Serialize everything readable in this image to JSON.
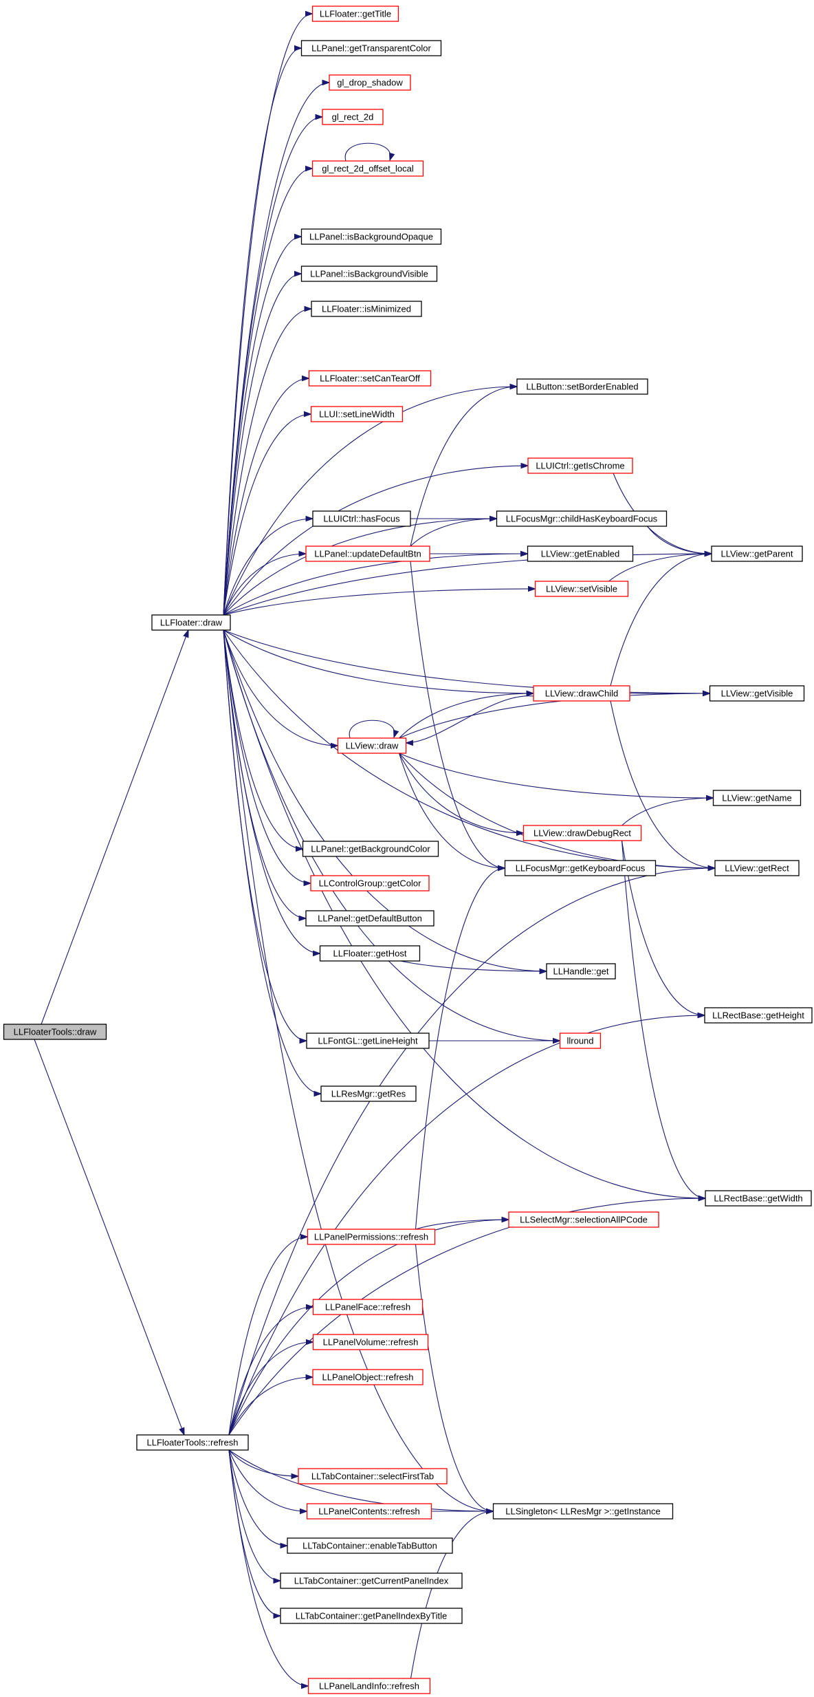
{
  "colors": {
    "edge": "#191970",
    "node_border": "#000000",
    "node_border_truncated": "#ff0000",
    "root_fill": "#bfbfbf",
    "background": "#ffffff"
  },
  "nodes": [
    {
      "id": "tools_draw",
      "label": "LLFloaterTools::draw",
      "style": "root"
    },
    {
      "id": "floater_draw",
      "label": "LLFloater::draw",
      "style": "black"
    },
    {
      "id": "tools_refresh",
      "label": "LLFloaterTools::refresh",
      "style": "black"
    },
    {
      "id": "getTitle",
      "label": "LLFloater::getTitle",
      "style": "red"
    },
    {
      "id": "getTransparentColor",
      "label": "LLPanel::getTransparentColor",
      "style": "black"
    },
    {
      "id": "gl_drop_shadow",
      "label": "gl_drop_shadow",
      "style": "red"
    },
    {
      "id": "gl_rect_2d",
      "label": "gl_rect_2d",
      "style": "red"
    },
    {
      "id": "gl_rect_2d_offset_local",
      "label": "gl_rect_2d_offset_local",
      "style": "red"
    },
    {
      "id": "isBackgroundOpaque",
      "label": "LLPanel::isBackgroundOpaque",
      "style": "black"
    },
    {
      "id": "isBackgroundVisible",
      "label": "LLPanel::isBackgroundVisible",
      "style": "black"
    },
    {
      "id": "isMinimized",
      "label": "LLFloater::isMinimized",
      "style": "black"
    },
    {
      "id": "setCanTearOff",
      "label": "LLFloater::setCanTearOff",
      "style": "red"
    },
    {
      "id": "setLineWidth",
      "label": "LLUI::setLineWidth",
      "style": "red"
    },
    {
      "id": "setBorderEnabled",
      "label": "LLButton::setBorderEnabled",
      "style": "black"
    },
    {
      "id": "getIsChrome",
      "label": "LLUICtrl::getIsChrome",
      "style": "red"
    },
    {
      "id": "hasFocus",
      "label": "LLUICtrl::hasFocus",
      "style": "black"
    },
    {
      "id": "childHasKeyboardFocus",
      "label": "LLFocusMgr::childHasKeyboardFocus",
      "style": "black"
    },
    {
      "id": "updateDefaultBtn",
      "label": "LLPanel::updateDefaultBtn",
      "style": "red"
    },
    {
      "id": "getEnabled",
      "label": "LLView::getEnabled",
      "style": "black"
    },
    {
      "id": "getParent",
      "label": "LLView::getParent",
      "style": "black"
    },
    {
      "id": "setVisible",
      "label": "LLView::setVisible",
      "style": "red"
    },
    {
      "id": "drawChild",
      "label": "LLView::drawChild",
      "style": "red"
    },
    {
      "id": "getVisible",
      "label": "LLView::getVisible",
      "style": "black"
    },
    {
      "id": "view_draw",
      "label": "LLView::draw",
      "style": "red"
    },
    {
      "id": "getName",
      "label": "LLView::getName",
      "style": "black"
    },
    {
      "id": "drawDebugRect",
      "label": "LLView::drawDebugRect",
      "style": "red"
    },
    {
      "id": "getBackgroundColor",
      "label": "LLPanel::getBackgroundColor",
      "style": "black"
    },
    {
      "id": "getKeyboardFocus",
      "label": "LLFocusMgr::getKeyboardFocus",
      "style": "black"
    },
    {
      "id": "getRect",
      "label": "LLView::getRect",
      "style": "black"
    },
    {
      "id": "getColor",
      "label": "LLControlGroup::getColor",
      "style": "red"
    },
    {
      "id": "getDefaultButton",
      "label": "LLPanel::getDefaultButton",
      "style": "black"
    },
    {
      "id": "getHost",
      "label": "LLFloater::getHost",
      "style": "black"
    },
    {
      "id": "handle_get",
      "label": "LLHandle::get",
      "style": "black"
    },
    {
      "id": "getHeight",
      "label": "LLRectBase::getHeight",
      "style": "black"
    },
    {
      "id": "getLineHeight",
      "label": "LLFontGL::getLineHeight",
      "style": "black"
    },
    {
      "id": "llround",
      "label": "llround",
      "style": "red"
    },
    {
      "id": "getRes",
      "label": "LLResMgr::getRes",
      "style": "black"
    },
    {
      "id": "getWidth",
      "label": "LLRectBase::getWidth",
      "style": "black"
    },
    {
      "id": "perm_refresh",
      "label": "LLPanelPermissions::refresh",
      "style": "red"
    },
    {
      "id": "selectionAllPCode",
      "label": "LLSelectMgr::selectionAllPCode",
      "style": "red"
    },
    {
      "id": "face_refresh",
      "label": "LLPanelFace::refresh",
      "style": "red"
    },
    {
      "id": "volume_refresh",
      "label": "LLPanelVolume::refresh",
      "style": "red"
    },
    {
      "id": "object_refresh",
      "label": "LLPanelObject::refresh",
      "style": "red"
    },
    {
      "id": "selectFirstTab",
      "label": "LLTabContainer::selectFirstTab",
      "style": "red"
    },
    {
      "id": "contents_refresh",
      "label": "LLPanelContents::refresh",
      "style": "red"
    },
    {
      "id": "getInstance",
      "label": "LLSingleton< LLResMgr >::getInstance",
      "style": "black"
    },
    {
      "id": "enableTabButton",
      "label": "LLTabContainer::enableTabButton",
      "style": "black"
    },
    {
      "id": "getCurrentPanelIndex",
      "label": "LLTabContainer::getCurrentPanelIndex",
      "style": "black"
    },
    {
      "id": "getPanelIndexByTitle",
      "label": "LLTabContainer::getPanelIndexByTitle",
      "style": "black"
    },
    {
      "id": "landinfo_refresh",
      "label": "LLPanelLandInfo::refresh",
      "style": "red"
    }
  ],
  "edges": [
    [
      "tools_draw",
      "floater_draw"
    ],
    [
      "tools_draw",
      "tools_refresh"
    ],
    [
      "floater_draw",
      "getTitle"
    ],
    [
      "floater_draw",
      "getTransparentColor"
    ],
    [
      "floater_draw",
      "gl_drop_shadow"
    ],
    [
      "floater_draw",
      "gl_rect_2d"
    ],
    [
      "floater_draw",
      "gl_rect_2d_offset_local"
    ],
    [
      "gl_rect_2d_offset_local",
      "gl_rect_2d_offset_local"
    ],
    [
      "floater_draw",
      "getParent"
    ],
    [
      "floater_draw",
      "isBackgroundOpaque"
    ],
    [
      "floater_draw",
      "isBackgroundVisible"
    ],
    [
      "floater_draw",
      "isMinimized"
    ],
    [
      "floater_draw",
      "setBorderEnabled"
    ],
    [
      "floater_draw",
      "setCanTearOff"
    ],
    [
      "floater_draw",
      "setLineWidth"
    ],
    [
      "floater_draw",
      "getIsChrome"
    ],
    [
      "floater_draw",
      "childHasKeyboardFocus"
    ],
    [
      "floater_draw",
      "hasFocus"
    ],
    [
      "floater_draw",
      "updateDefaultBtn"
    ],
    [
      "floater_draw",
      "getEnabled"
    ],
    [
      "floater_draw",
      "setVisible"
    ],
    [
      "floater_draw",
      "getVisible"
    ],
    [
      "floater_draw",
      "drawChild"
    ],
    [
      "floater_draw",
      "view_draw"
    ],
    [
      "floater_draw",
      "getBackgroundColor"
    ],
    [
      "floater_draw",
      "getColor"
    ],
    [
      "floater_draw",
      "getDefaultButton"
    ],
    [
      "floater_draw",
      "getHost"
    ],
    [
      "floater_draw",
      "handle_get"
    ],
    [
      "floater_draw",
      "llround"
    ],
    [
      "floater_draw",
      "getLineHeight"
    ],
    [
      "floater_draw",
      "getRes"
    ],
    [
      "floater_draw",
      "getRect"
    ],
    [
      "floater_draw",
      "getWidth"
    ],
    [
      "floater_draw",
      "getInstance"
    ],
    [
      "getIsChrome",
      "getParent"
    ],
    [
      "hasFocus",
      "childHasKeyboardFocus"
    ],
    [
      "childHasKeyboardFocus",
      "getParent"
    ],
    [
      "updateDefaultBtn",
      "setBorderEnabled"
    ],
    [
      "updateDefaultBtn",
      "childHasKeyboardFocus"
    ],
    [
      "updateDefaultBtn",
      "getEnabled"
    ],
    [
      "updateDefaultBtn",
      "getKeyboardFocus"
    ],
    [
      "setVisible",
      "getParent"
    ],
    [
      "drawChild",
      "getParent"
    ],
    [
      "drawChild",
      "getVisible"
    ],
    [
      "drawChild",
      "view_draw"
    ],
    [
      "drawChild",
      "getRect"
    ],
    [
      "view_draw",
      "view_draw"
    ],
    [
      "view_draw",
      "drawChild"
    ],
    [
      "view_draw",
      "getVisible"
    ],
    [
      "view_draw",
      "getName"
    ],
    [
      "view_draw",
      "drawDebugRect"
    ],
    [
      "view_draw",
      "getKeyboardFocus"
    ],
    [
      "view_draw",
      "getRect"
    ],
    [
      "drawDebugRect",
      "getName"
    ],
    [
      "drawDebugRect",
      "getHeight"
    ],
    [
      "drawDebugRect",
      "getWidth"
    ],
    [
      "getHost",
      "handle_get"
    ],
    [
      "getLineHeight",
      "llround"
    ],
    [
      "tools_refresh",
      "getRect"
    ],
    [
      "tools_refresh",
      "getHeight"
    ],
    [
      "tools_refresh",
      "selectionAllPCode"
    ],
    [
      "tools_refresh",
      "perm_refresh"
    ],
    [
      "tools_refresh",
      "face_refresh"
    ],
    [
      "tools_refresh",
      "volume_refresh"
    ],
    [
      "tools_refresh",
      "object_refresh"
    ],
    [
      "tools_refresh",
      "getWidth"
    ],
    [
      "tools_refresh",
      "selectFirstTab"
    ],
    [
      "tools_refresh",
      "contents_refresh"
    ],
    [
      "tools_refresh",
      "enableTabButton"
    ],
    [
      "tools_refresh",
      "getCurrentPanelIndex"
    ],
    [
      "tools_refresh",
      "getPanelIndexByTitle"
    ],
    [
      "tools_refresh",
      "landinfo_refresh"
    ],
    [
      "tools_refresh",
      "getInstance"
    ],
    [
      "perm_refresh",
      "getKeyboardFocus"
    ],
    [
      "perm_refresh",
      "selectionAllPCode"
    ],
    [
      "perm_refresh",
      "getInstance"
    ],
    [
      "contents_refresh",
      "getInstance"
    ],
    [
      "landinfo_refresh",
      "getInstance"
    ]
  ]
}
